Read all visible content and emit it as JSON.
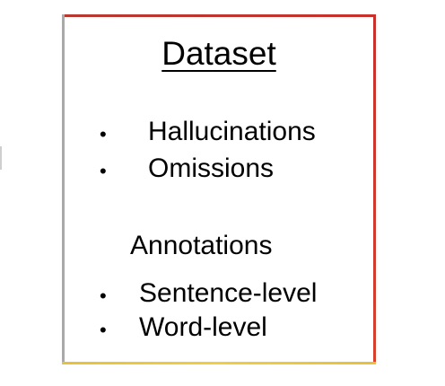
{
  "slide": {
    "title": "Dataset",
    "dataset_items": [
      "Hallucinations",
      "Omissions"
    ],
    "annotations_heading": "Annotations",
    "annotation_items": [
      "Sentence-level",
      "Word-level"
    ],
    "bullet_glyph": "•"
  },
  "colors": {
    "border_top": "#c9302c",
    "border_right": "#c9302c",
    "border_left": "#a9a9a9",
    "border_bottom": "#f0ce3f",
    "text": "#000000",
    "background": "#ffffff"
  }
}
